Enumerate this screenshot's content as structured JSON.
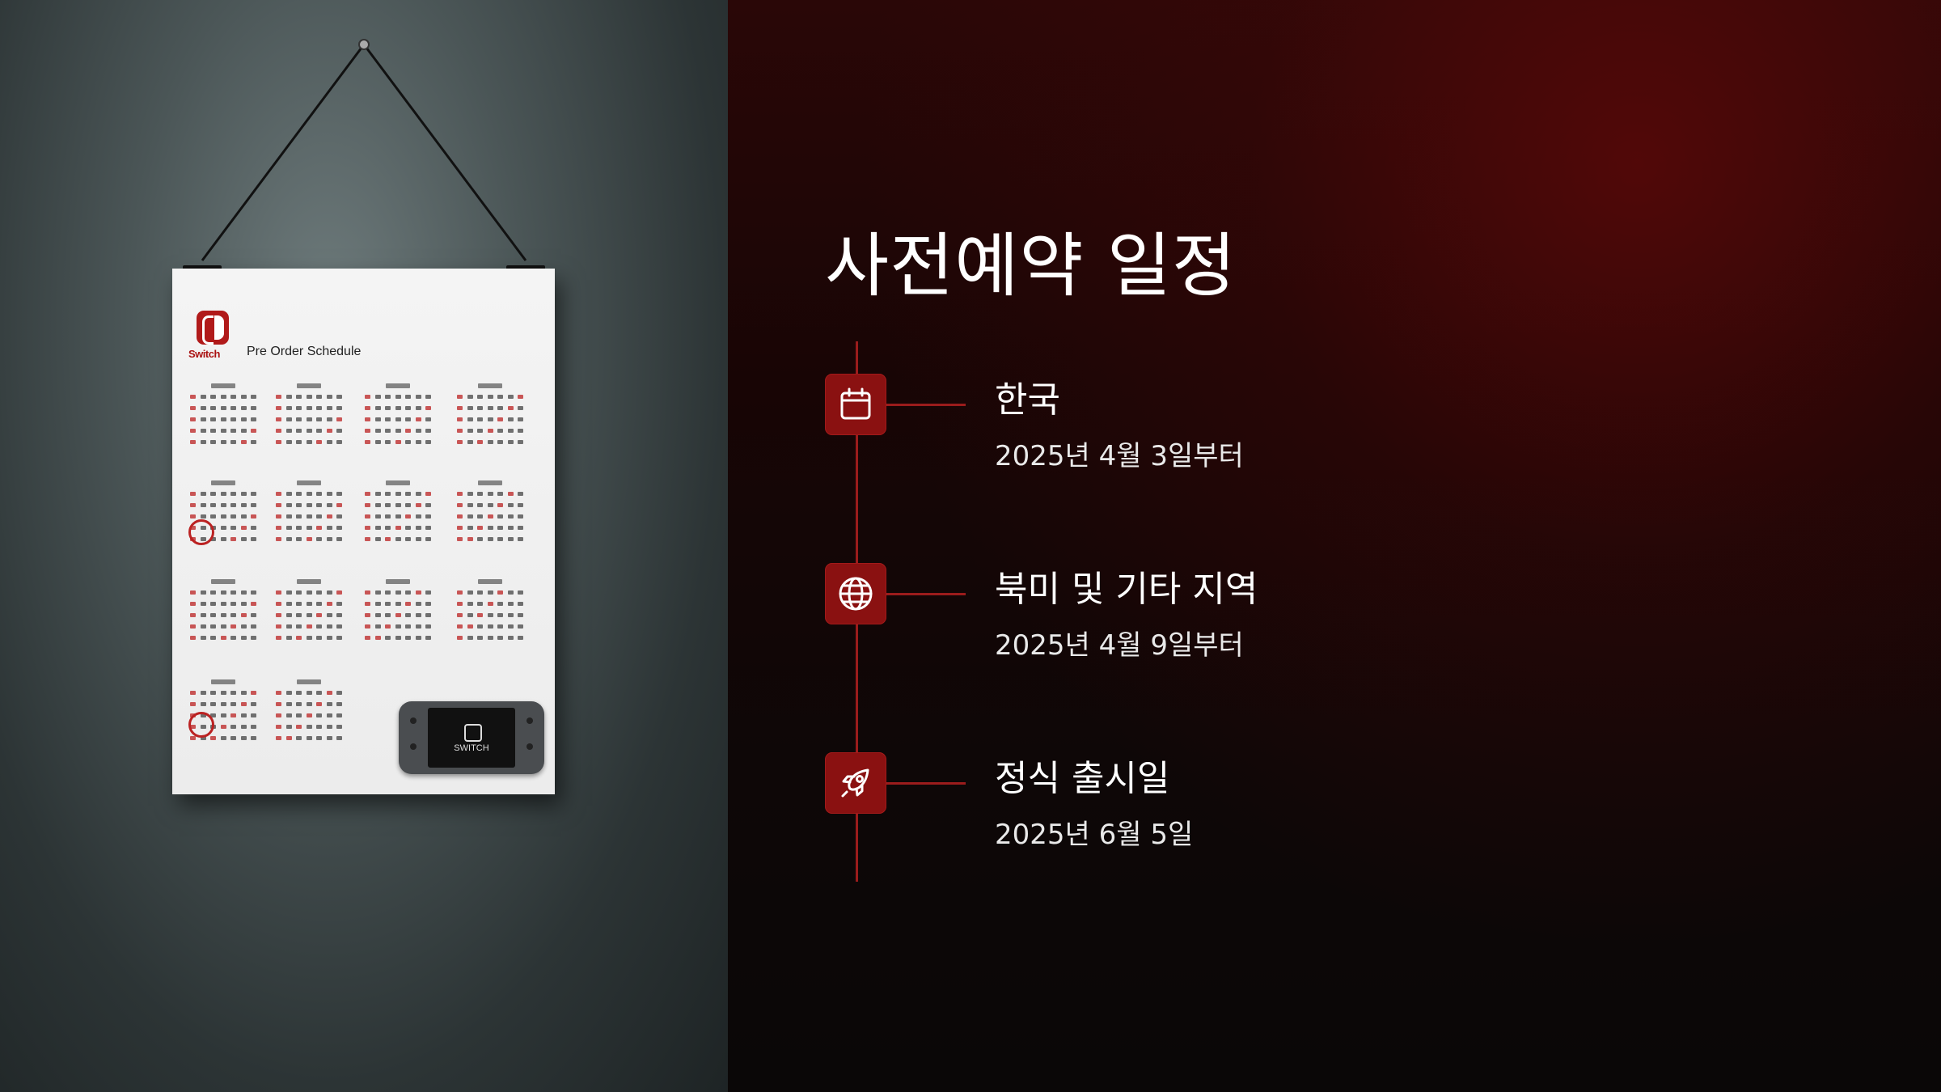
{
  "slide": {
    "title": "사전예약 일정"
  },
  "poster": {
    "brand_text": "Switch",
    "heading_text": "Pre Order Schedule",
    "device_text": "SWITCH"
  },
  "timeline": [
    {
      "label": "한국",
      "date": "2025년 4월 3일부터",
      "icon": "calendar-icon"
    },
    {
      "label": "북미 및 기타 지역",
      "date": "2025년 4월 9일부터",
      "icon": "globe-icon"
    },
    {
      "label": "정식 출시일",
      "date": "2025년 6월 5일",
      "icon": "rocket-icon"
    }
  ],
  "colors": {
    "accent": "#8a1111",
    "line": "#9b1c1c",
    "text": "#ffffff"
  }
}
